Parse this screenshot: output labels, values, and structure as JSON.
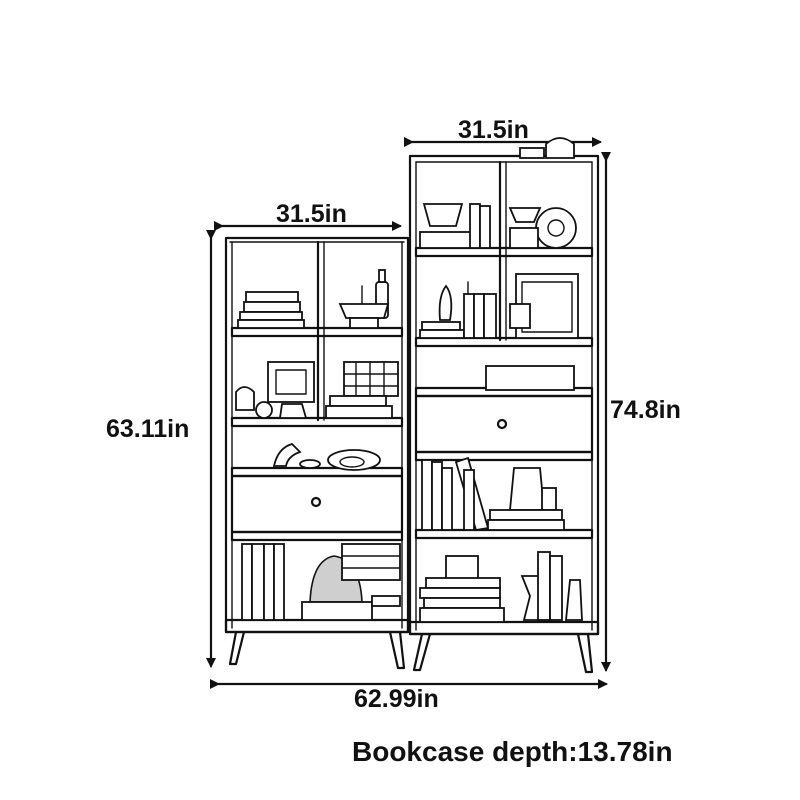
{
  "dimensions": {
    "top_right_width": "31.5in",
    "top_left_width": "31.5in",
    "left_height": "63.11in",
    "right_height": "74.8in",
    "total_width": "62.99in",
    "depth_note": "Bookcase depth:13.78in"
  },
  "colors": {
    "line": "#111111",
    "background": "#ffffff",
    "accent_fill": "#cfcfcf"
  }
}
